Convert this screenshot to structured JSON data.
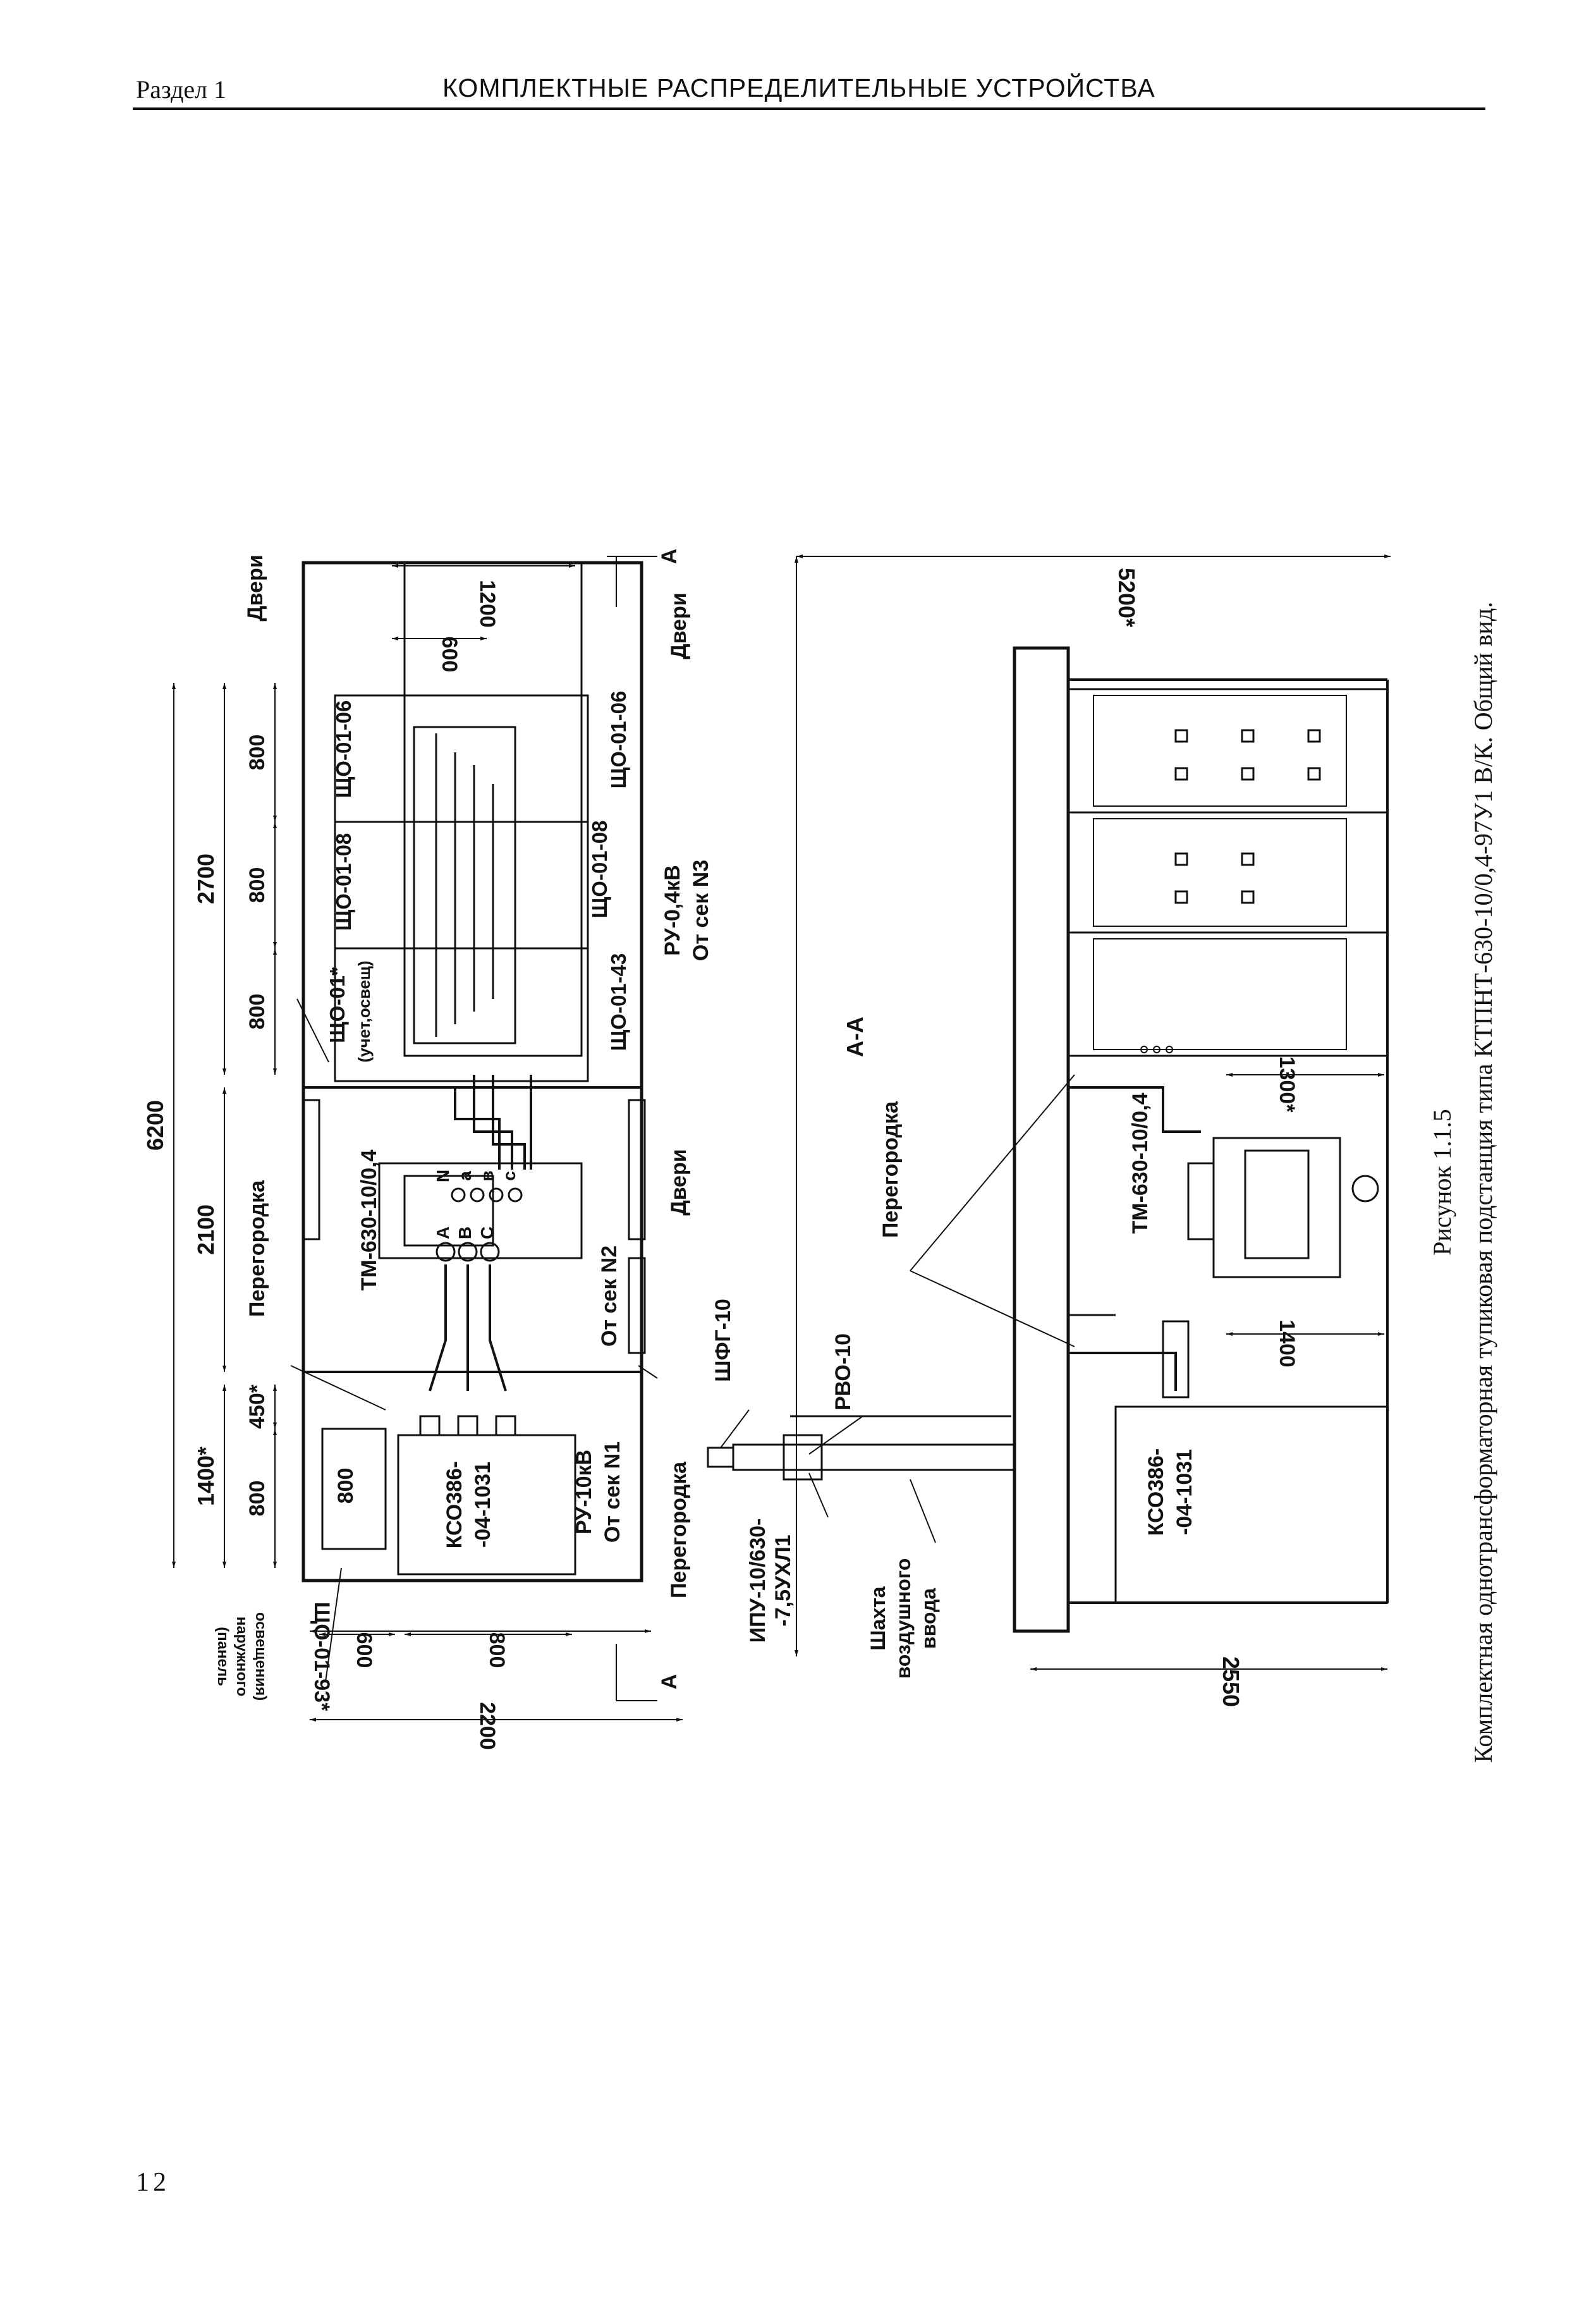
{
  "header": {
    "section": "Раздел 1",
    "title": "КОМПЛЕКТНЫЕ РАСПРЕДЕЛИТЕЛЬНЫЕ УСТРОЙСТВА"
  },
  "figure": {
    "number": "Рисунок 1.1.5",
    "caption": "Комплектная однотрансформаторная тупиковая подстанция типа КТПНТ-630-10/0,4-97У1 В/К. Общий вид."
  },
  "dimensions": {
    "total": "6200",
    "ru04": "2700",
    "trans": "2100",
    "ru10": "1400*",
    "p800a": "800",
    "p800b": "800",
    "p800c": "800",
    "p800d": "800",
    "p450": "450*",
    "w1200": "1200",
    "w600": "600",
    "bot2200": "2200",
    "bot800": "800",
    "bot600": "600",
    "inner800": "800",
    "sec5200": "5200*",
    "sec2550": "2550",
    "sec1300": "1300*",
    "sec1400": "1400"
  },
  "labels": {
    "doors_top": "Двери",
    "doors_right": "Двери",
    "doors_mid": "Двери",
    "partition_plan_top": "Перегородка",
    "partition_plan_bottom": "Перегородка",
    "partition_section": "Перегородка",
    "shd06a": "ЩО-01-06",
    "shd08a": "ЩО-01-08",
    "shd01": "ЩО-01*",
    "shd01sub": "(учет,освещ)",
    "shd06b": "ЩО-01-06",
    "shd08b": "ЩО-01-08",
    "shd43": "ЩО-01-43",
    "ru04_1": "РУ-0,4кВ",
    "ru04_2": "От сек N3",
    "tm_plan": "ТМ-630-10/0,4",
    "tm_section": "ТМ-630-10/0,4",
    "otsek2": "От сек N2",
    "ru10_1": "РУ-10кВ",
    "ru10_2": "От сек N1",
    "kso_plan_1": "КСО386-",
    "kso_plan_2": "-04-1031",
    "kso_section_1": "КСО386-",
    "kso_section_2": "-04-1031",
    "shd93": "ЩО-01-93*",
    "shd93sub1": "(панель",
    "shd93sub2": "наружного",
    "shd93sub3": "освещения)",
    "shfg": "ШФГ-10",
    "rvo": "РВО-10",
    "ipu_1": "ИПУ-10/630-",
    "ipu_2": "-7,5УХЛ1",
    "shaft_1": "Шахта",
    "shaft_2": "воздушного",
    "shaft_3": "ввода",
    "section_aa": "А-А",
    "marker_a_top": "А",
    "marker_a_bottom": "А",
    "phase_A": "А",
    "phase_B": "В",
    "phase_C": "С",
    "phase_N": "N",
    "phase_a": "а",
    "phase_b": "в",
    "phase_c": "с"
  },
  "page_number": "12"
}
